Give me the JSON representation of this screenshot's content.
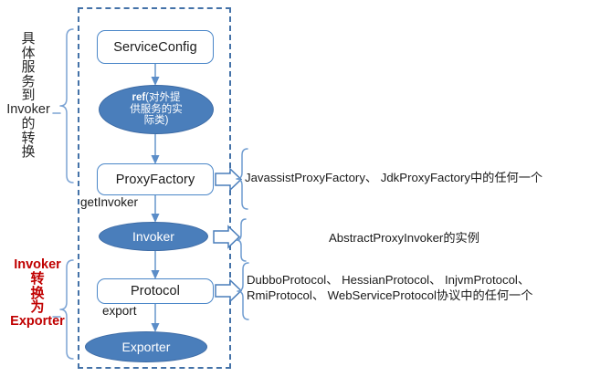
{
  "diagram": {
    "title": "Dubbo service export flow",
    "colors": {
      "node_fill_blue": "#4a7ebb",
      "node_border_blue": "#4a86c8",
      "dashed_border": "#4472a8",
      "brace_blue": "#7ba3d4",
      "red_text": "#c00000",
      "text": "#1a1a1a"
    },
    "container": {
      "style": "dashed-rectangle"
    },
    "nodes": {
      "service_config": "ServiceConfig",
      "ref_line1_kw": "ref",
      "ref_line1_rest": "(对外提",
      "ref_line2": "供服务的实",
      "ref_line3": "际类)",
      "proxy_factory": "ProxyFactory",
      "invoker": "Invoker",
      "protocol": "Protocol",
      "exporter": "Exporter"
    },
    "edge_labels": {
      "get_invoker": "getInvoker",
      "export": "export"
    },
    "left_labels": {
      "black_group": {
        "full_text": "具体服务到Invoker的转换",
        "lines": [
          "具",
          "体",
          "服",
          "务",
          "到",
          "Invoker",
          "的",
          "转",
          "换"
        ]
      },
      "red_group": {
        "full_text": "Invoker转换为Exporter",
        "lines": [
          "Invoker",
          "转",
          "换",
          "为",
          "Exporter"
        ]
      }
    },
    "annotations": {
      "proxy_factory": {
        "lines": [
          "JavassistProxyFactory、 JdkProxyFactory中的任何一个"
        ]
      },
      "invoker": {
        "lines": [
          "AbstractProxyInvoker的实例"
        ]
      },
      "protocol": {
        "lines": [
          "DubboProtocol、 HessianProtocol、 InjvmProtocol、",
          "RmiProtocol、 WebServiceProtocol协议中的任何一个"
        ]
      }
    },
    "icons": {
      "block_arrow": "block-arrow-right-icon",
      "flow_arrow": "arrow-down-icon",
      "brace_right": "curly-brace-right-icon",
      "brace_left": "curly-brace-left-icon"
    }
  }
}
